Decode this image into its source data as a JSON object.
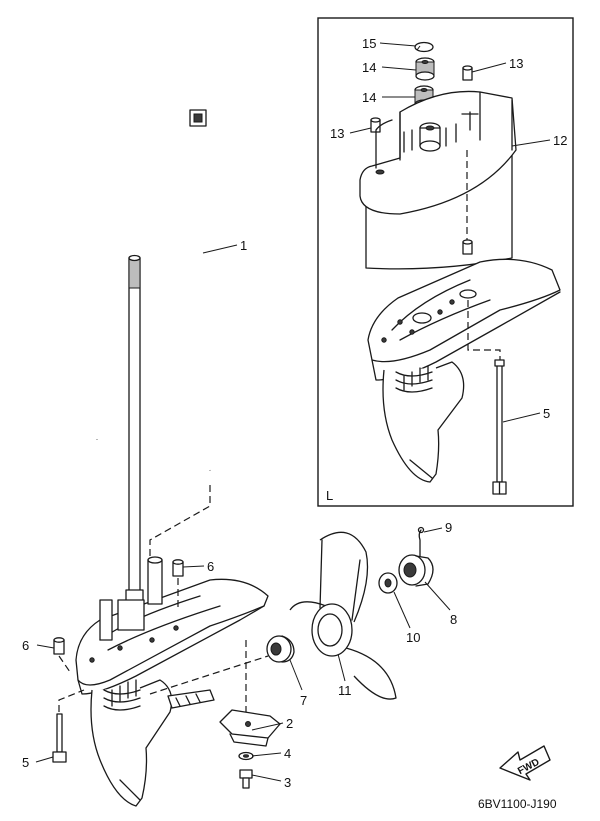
{
  "callouts": {
    "c1": "1",
    "c2": "2",
    "c3": "3",
    "c4": "4",
    "c5a": "5",
    "c5b": "5",
    "c6a": "6",
    "c6b": "6",
    "c7": "7",
    "c8": "8",
    "c9": "9",
    "c10": "10",
    "c11": "11",
    "c12": "12",
    "c13a": "13",
    "c13b": "13",
    "c14a": "14",
    "c14b": "14",
    "c15": "15"
  },
  "inset_label": "L",
  "fwd_label": "FWD",
  "diagram_code": "6BV1100-J190",
  "colors": {
    "line": "#1a1a1a",
    "shade": "#bdbdbd",
    "background": "#ffffff"
  }
}
